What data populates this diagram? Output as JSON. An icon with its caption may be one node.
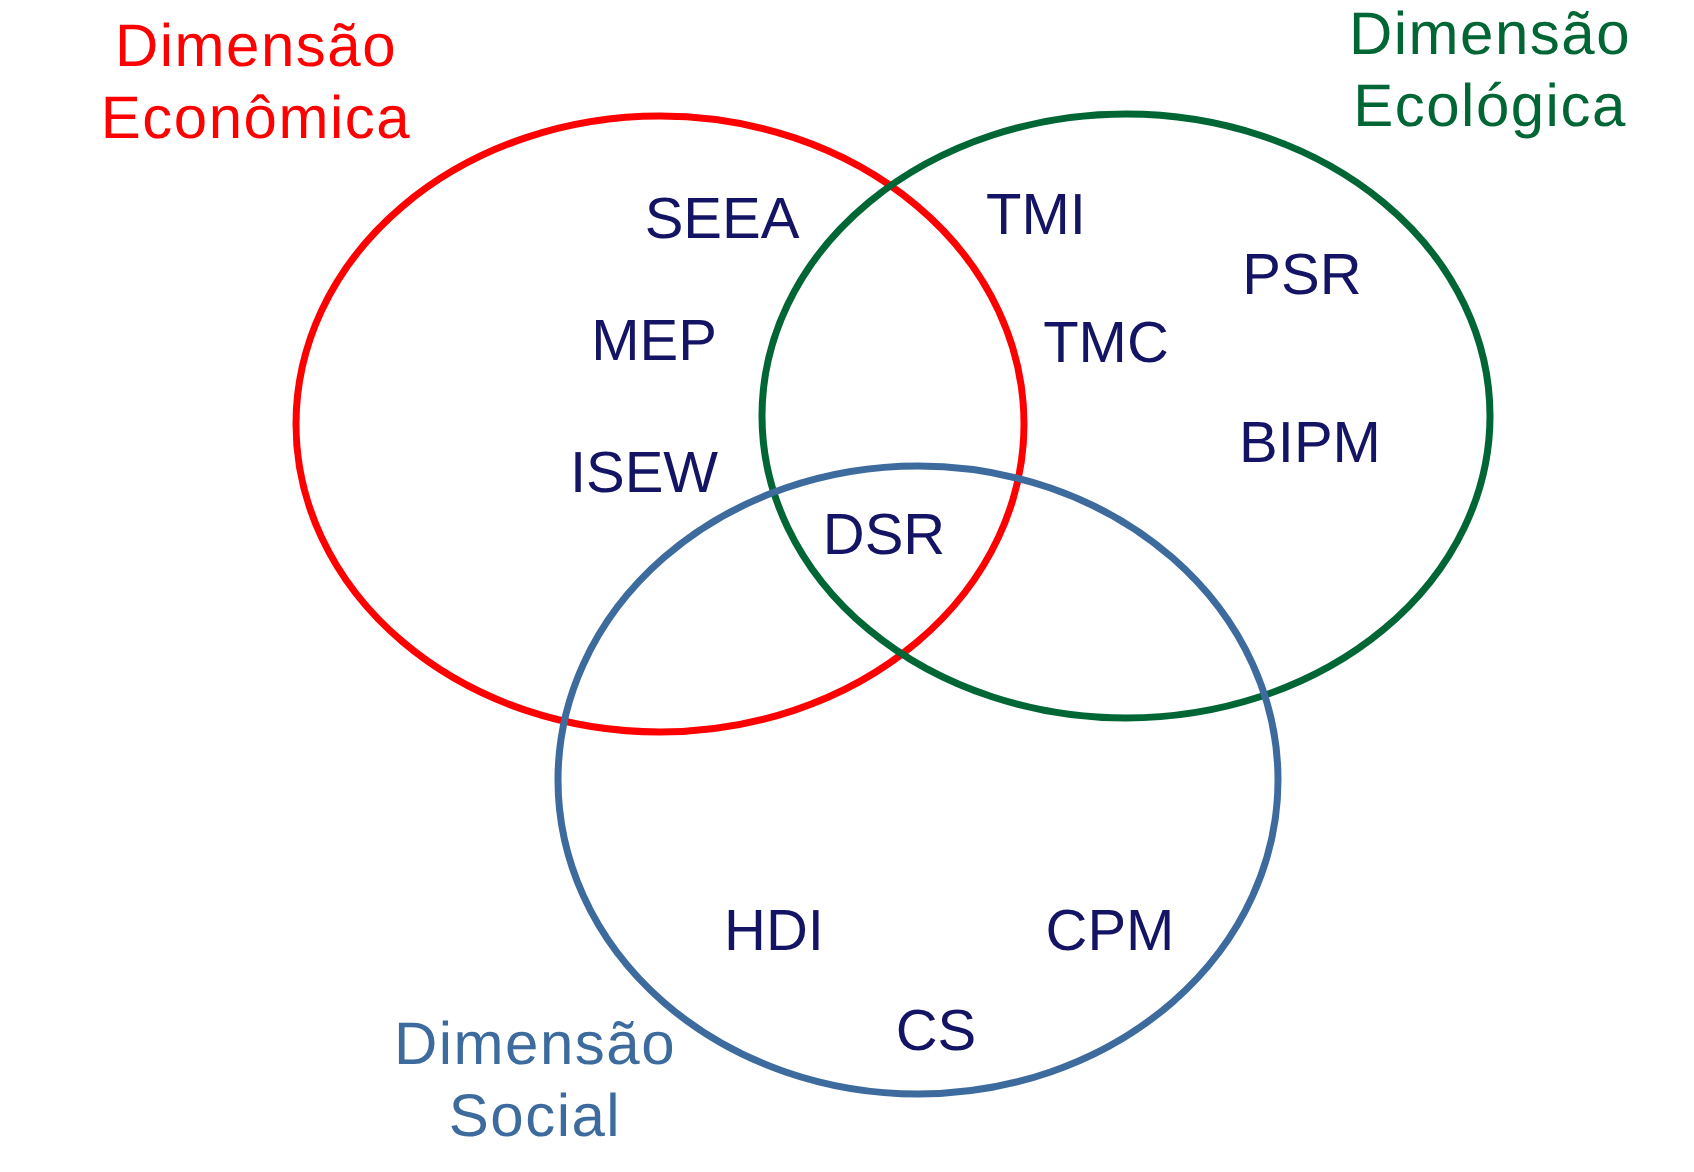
{
  "diagram": {
    "nodes": [
      {
        "text": [
          "Dimensão Econômica"
        ]
      },
      {
        "text": [
          "Dimensão Ecológica"
        ]
      },
      {
        "text": [
          "Dimensão Social"
        ]
      }
    ],
    "labels": [
      "SEEA",
      "TMI",
      "PSR",
      "MEP",
      "TMC",
      "BIPM",
      "ISEW",
      "DSR",
      "HDI",
      "CPM",
      "CS"
    ]
  }
}
